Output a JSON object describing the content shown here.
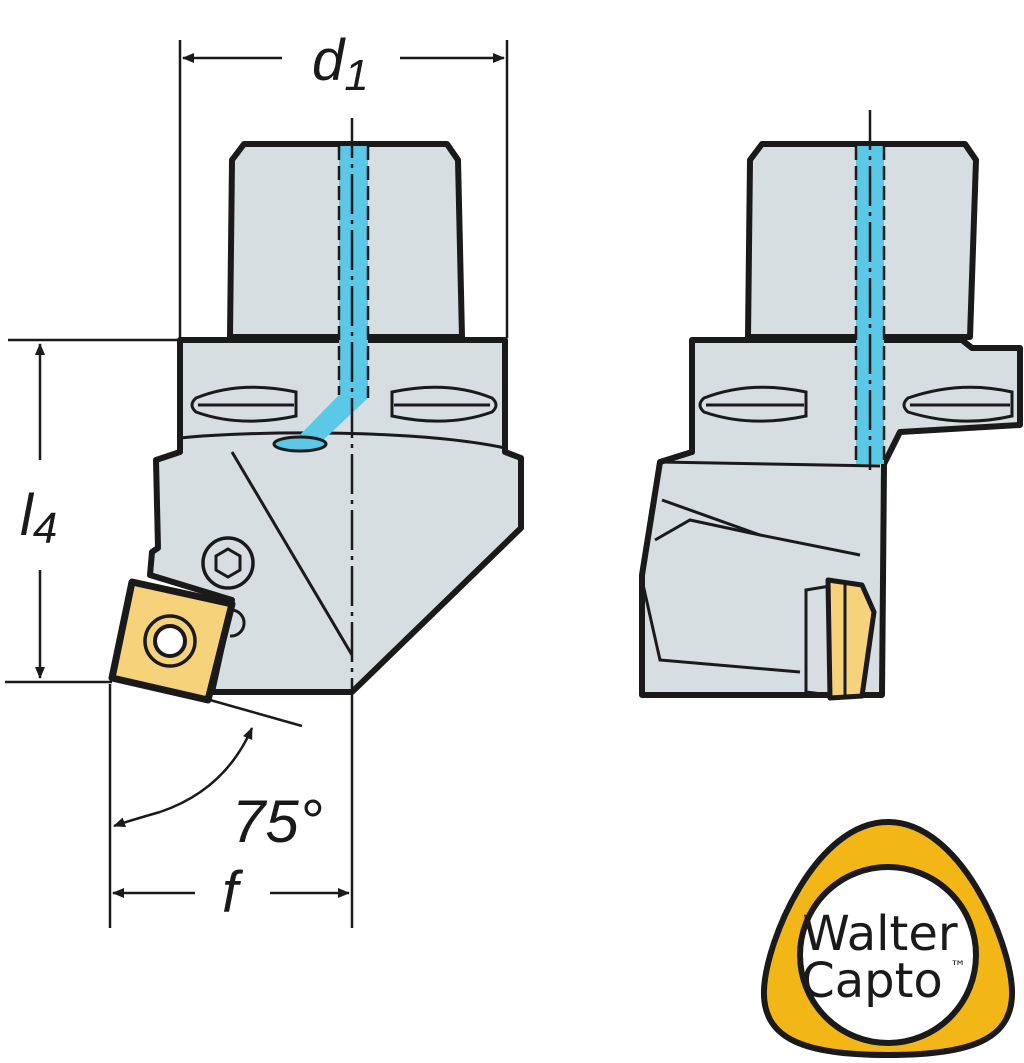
{
  "diagram": {
    "labels": {
      "d1": {
        "main": "d",
        "sub": "1"
      },
      "l4": {
        "main": "l",
        "sub": "4"
      },
      "angle": "75°",
      "f": "f"
    },
    "colors": {
      "body": "#d6dee1",
      "coolant": "#5cc8e8",
      "insert": "#f6d27a",
      "logo_ring": "#f2b716",
      "outline": "#1a1a1a"
    },
    "logo": {
      "line1": "Walter",
      "line2": "Capto",
      "trademark": "™"
    }
  }
}
